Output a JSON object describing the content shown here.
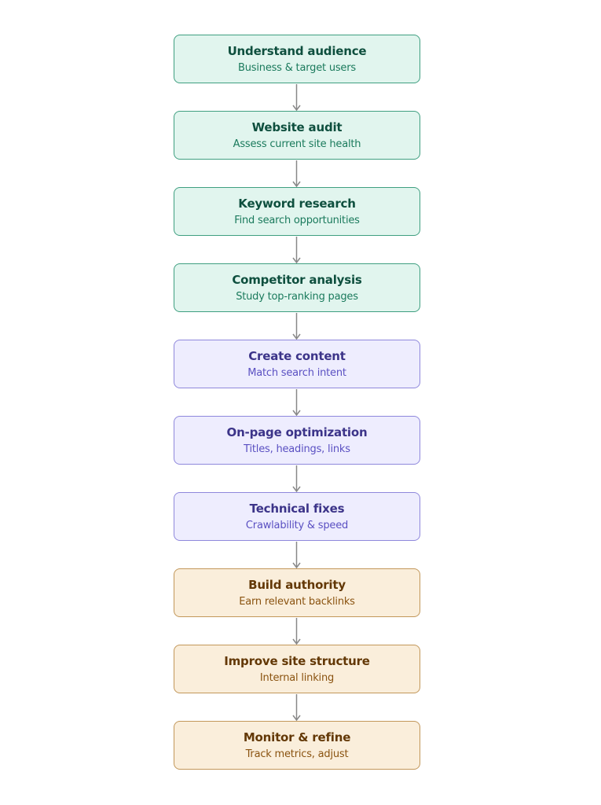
{
  "steps": [
    {
      "title": "Understand audience",
      "subtitle": "Business & target users",
      "phase": "green"
    },
    {
      "title": "Website audit",
      "subtitle": "Assess current site health",
      "phase": "green"
    },
    {
      "title": "Keyword research",
      "subtitle": "Find search opportunities",
      "phase": "green"
    },
    {
      "title": "Competitor analysis",
      "subtitle": "Study top-ranking pages",
      "phase": "green"
    },
    {
      "title": "Create content",
      "subtitle": "Match search intent",
      "phase": "purple"
    },
    {
      "title": "On-page optimization",
      "subtitle": "Titles, headings, links",
      "phase": "purple"
    },
    {
      "title": "Technical fixes",
      "subtitle": "Crawlability & speed",
      "phase": "purple"
    },
    {
      "title": "Build authority",
      "subtitle": "Earn relevant backlinks",
      "phase": "orange"
    },
    {
      "title": "Improve site structure",
      "subtitle": "Internal linking",
      "phase": "orange"
    },
    {
      "title": "Monitor & refine",
      "subtitle": "Track metrics, adjust",
      "phase": "orange"
    }
  ],
  "colors": {
    "green_fill": "#e1f5ee",
    "green_stroke": "#3f9f80",
    "purple_fill": "#eeedfe",
    "purple_stroke": "#8f88dc",
    "orange_fill": "#faeedb",
    "orange_stroke": "#c2975a",
    "connector": "#888888"
  }
}
